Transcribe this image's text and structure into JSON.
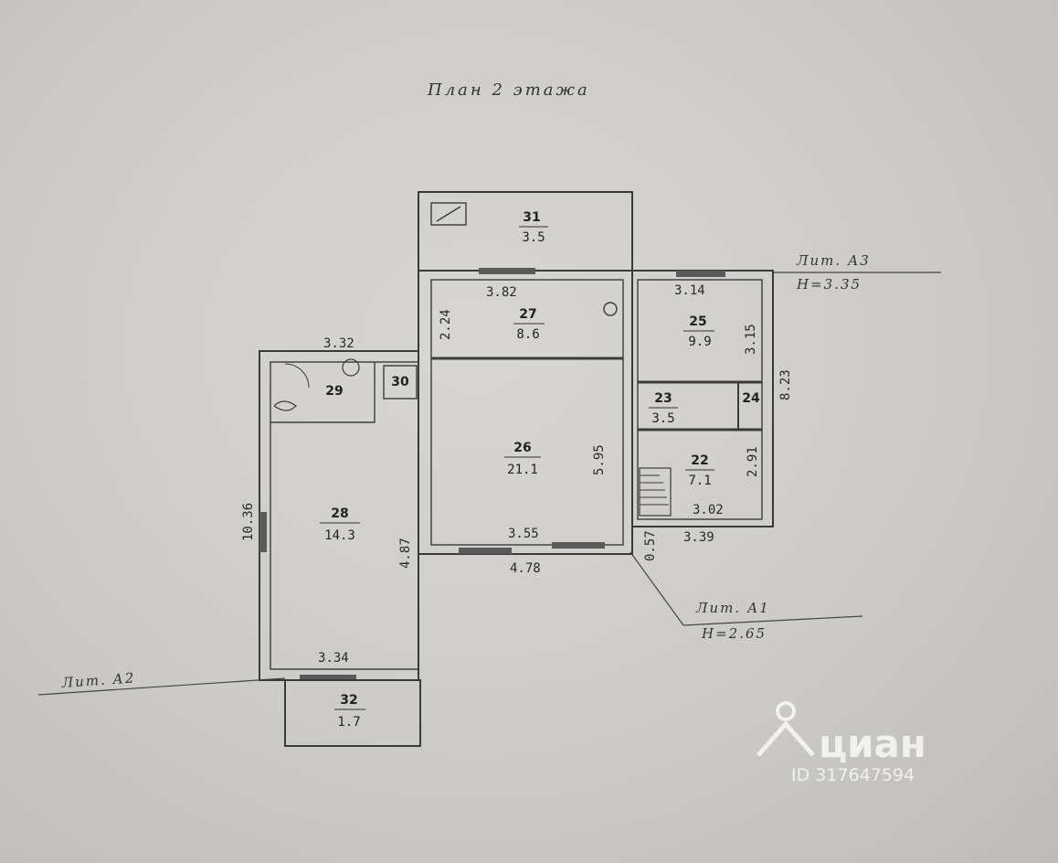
{
  "plan": {
    "title": "План 2 этажа",
    "rooms": [
      {
        "id": "31",
        "area": "3.5"
      },
      {
        "id": "27",
        "area": "8.6"
      },
      {
        "id": "25",
        "area": "9.9"
      },
      {
        "id": "29",
        "area": ""
      },
      {
        "id": "30",
        "area": ""
      },
      {
        "id": "26",
        "area": "21.1"
      },
      {
        "id": "23",
        "area": "3.5"
      },
      {
        "id": "24",
        "area": ""
      },
      {
        "id": "22",
        "area": "7.1"
      },
      {
        "id": "28",
        "area": "14.3"
      },
      {
        "id": "32",
        "area": "1.7"
      }
    ],
    "dimensions": {
      "d_3_82_top": "3.82",
      "d_3_14": "3.14",
      "d_3_32": "3.32",
      "d_2_24": "2.24",
      "d_3_15": "3.15",
      "d_8_23": "8.23",
      "d_5_95": "5.95",
      "d_2_91": "2.91",
      "d_3_02": "3.02",
      "d_3_39": "3.39",
      "d_3_55": "3.55",
      "d_4_78": "4.78",
      "d_0_57": "0.57",
      "d_4_87": "4.87",
      "d_10_36": "10.36",
      "d_3_34": "3.34"
    },
    "litera": {
      "a3_label": "Лит. А3",
      "a3_height": "H=3.35",
      "a1_label": "Лит. А1",
      "a1_height": "H=2.65",
      "a2_label": "Лит. А2"
    }
  },
  "watermark": {
    "brand": "циан",
    "id_text": "ID 317647594"
  }
}
